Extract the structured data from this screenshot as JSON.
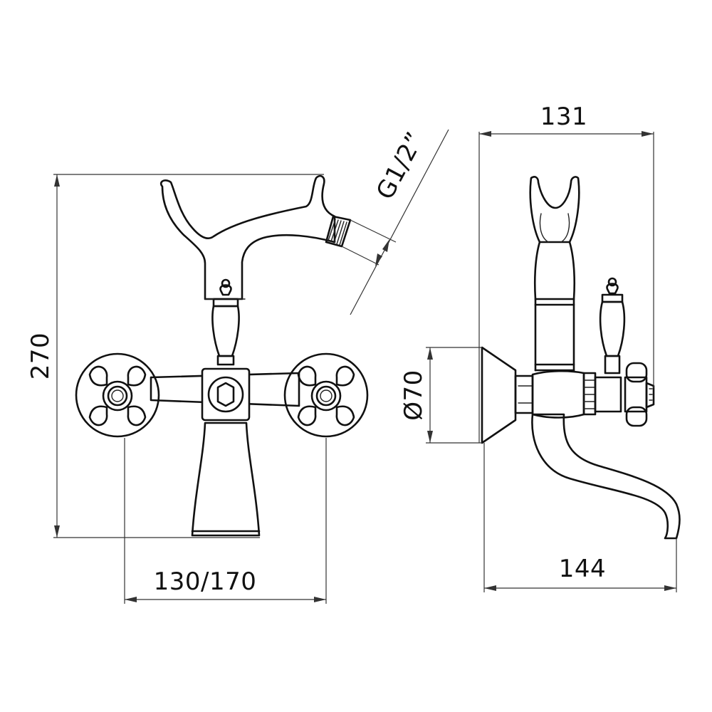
{
  "drawing": {
    "views": [
      "front-view",
      "side-view"
    ],
    "dimensions": {
      "height": "270",
      "centers": "130/170",
      "thread": "G1/2”",
      "depth_top": "131",
      "flange_diameter": "Ø70",
      "depth_bottom": "144"
    }
  }
}
